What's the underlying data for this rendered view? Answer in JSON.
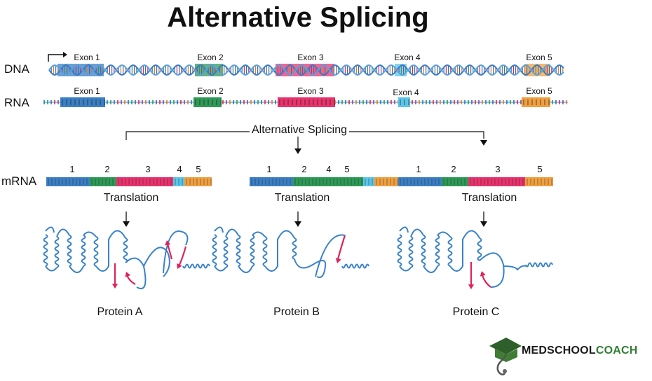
{
  "title": "Alternative Splicing",
  "labels": {
    "dna": "DNA",
    "rna": "RNA",
    "mrna": "mRNA"
  },
  "dna_exons": [
    "Exon 1",
    "Exon 2",
    "Exon 3",
    "Exon 4",
    "Exon 5"
  ],
  "rna_exons": [
    "Exon 1",
    "Exon 2",
    "Exon 3",
    "Exon 4",
    "Exon 5"
  ],
  "splicing_label": "Alternative Splicing",
  "mrna_variants": [
    {
      "exons": [
        "1",
        "2",
        "3",
        "4",
        "5"
      ],
      "translation": "Translation",
      "protein": "Protein A"
    },
    {
      "exons": [
        "1",
        "2",
        "4",
        "5"
      ],
      "translation": "Translation",
      "protein": "Protein B"
    },
    {
      "exons": [
        "1",
        "2",
        "3",
        "5"
      ],
      "translation": "Translation",
      "protein": "Protein C"
    }
  ],
  "exon_colors": {
    "1": "#3b7fc4",
    "2": "#2e9a57",
    "3": "#e8336d",
    "4": "#5bc6e8",
    "5": "#f0a040"
  },
  "logo": {
    "part1": "MEDSCHOOL",
    "part2": "COACH"
  }
}
